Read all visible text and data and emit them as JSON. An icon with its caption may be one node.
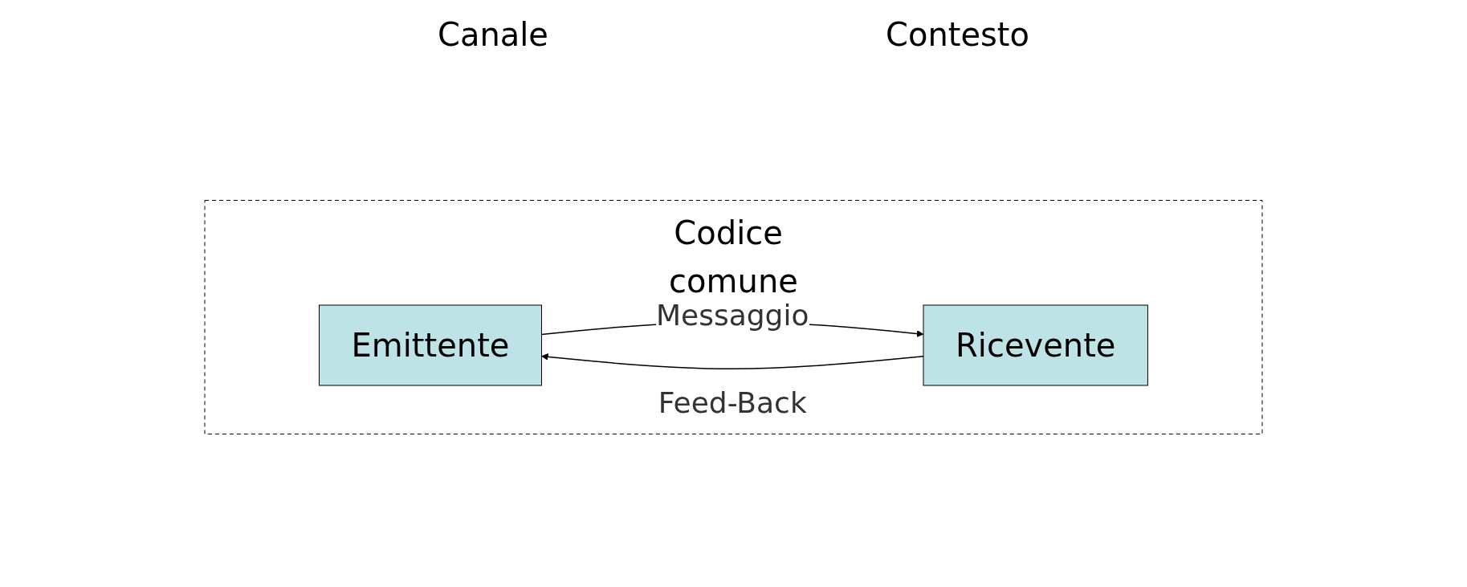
{
  "diagram": {
    "nodes": [
      {
        "text": [
          "Codice comune"
        ]
      },
      {
        "text": [
          "Emittente"
        ],
        "in": 0
      },
      {
        "text": [
          "Ricevente"
        ],
        "in": 0
      }
    ],
    "edges": [
      {
        "from": 1,
        "to": 2,
        "arrow": "to",
        "label": "Messaggio"
      },
      {
        "from": 2,
        "to": 1,
        "arrow": "to",
        "label": "Feed-Back"
      }
    ],
    "labels": [
      "Canale",
      "Contesto"
    ]
  }
}
